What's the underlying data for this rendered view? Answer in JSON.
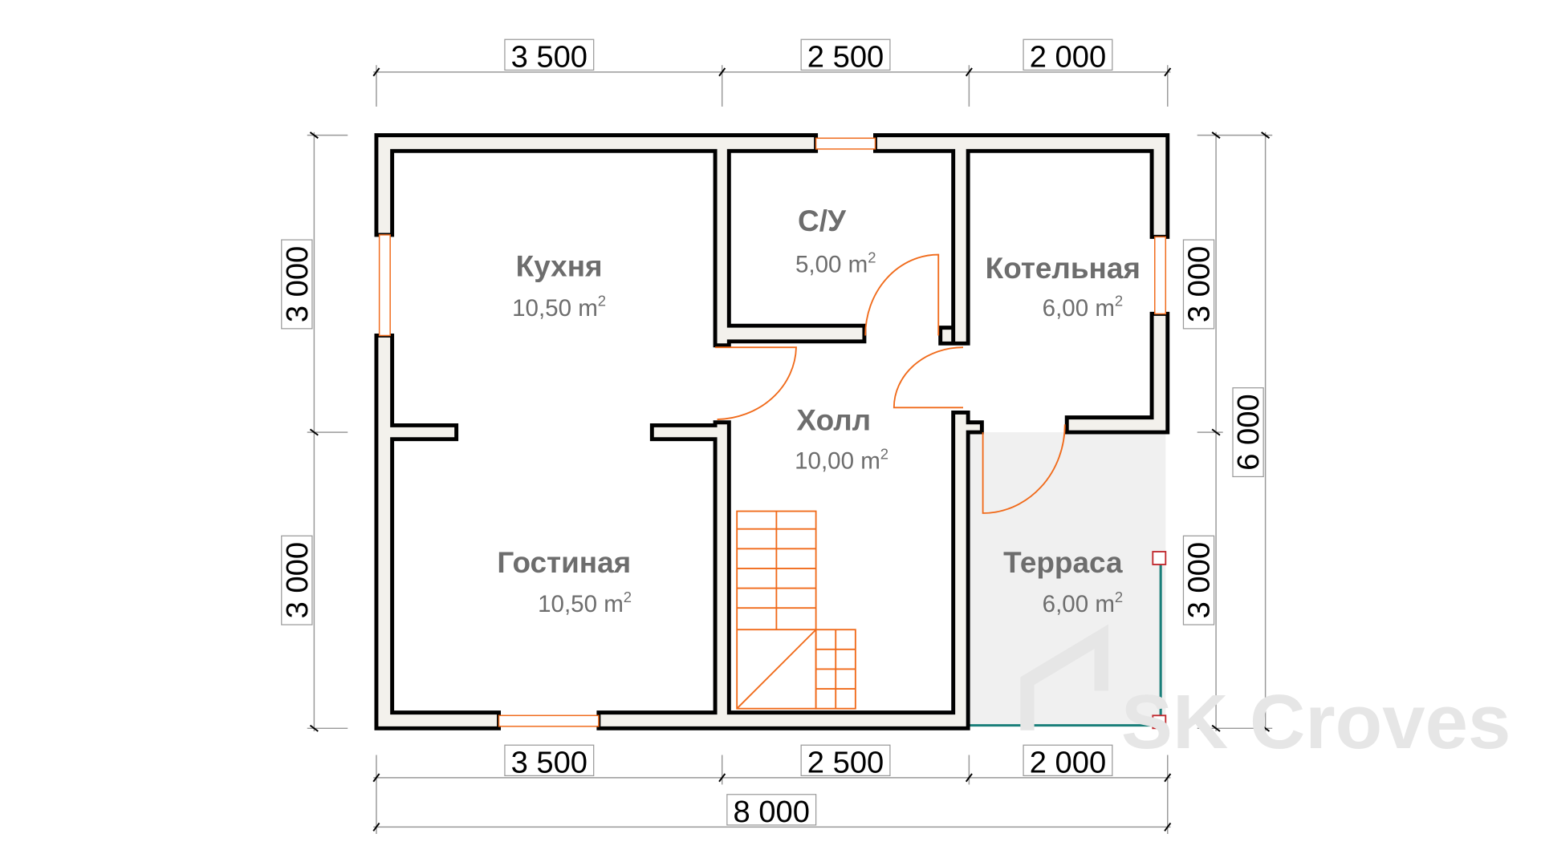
{
  "plan": {
    "rooms": [
      {
        "name": "Кухня",
        "area": "10,50 m",
        "sup": "2"
      },
      {
        "name": "С/У",
        "area": "5,00 m",
        "sup": "2"
      },
      {
        "name": "Котельная",
        "area": "6,00 m",
        "sup": "2"
      },
      {
        "name": "Холл",
        "area": "10,00 m",
        "sup": "2"
      },
      {
        "name": "Гостиная",
        "area": "10,50 m",
        "sup": "2"
      },
      {
        "name": "Терраса",
        "area": "6,00 m",
        "sup": "2"
      }
    ],
    "dims_top": [
      "3 500",
      "2 500",
      "2 000"
    ],
    "dims_bottom": [
      "3 500",
      "2 500",
      "2 000"
    ],
    "dim_total_width": "8 000",
    "dims_left": [
      "3 000",
      "3 000"
    ],
    "dims_right": [
      "3 000",
      "3 000"
    ],
    "dim_total_height": "6 000",
    "watermark": "SK Croves",
    "colors": {
      "wall_fill": "#f3f1ec",
      "door": "#f06a1a",
      "terrace": "#f0f0f0",
      "terrace_rail": "#1a7f7a"
    }
  }
}
